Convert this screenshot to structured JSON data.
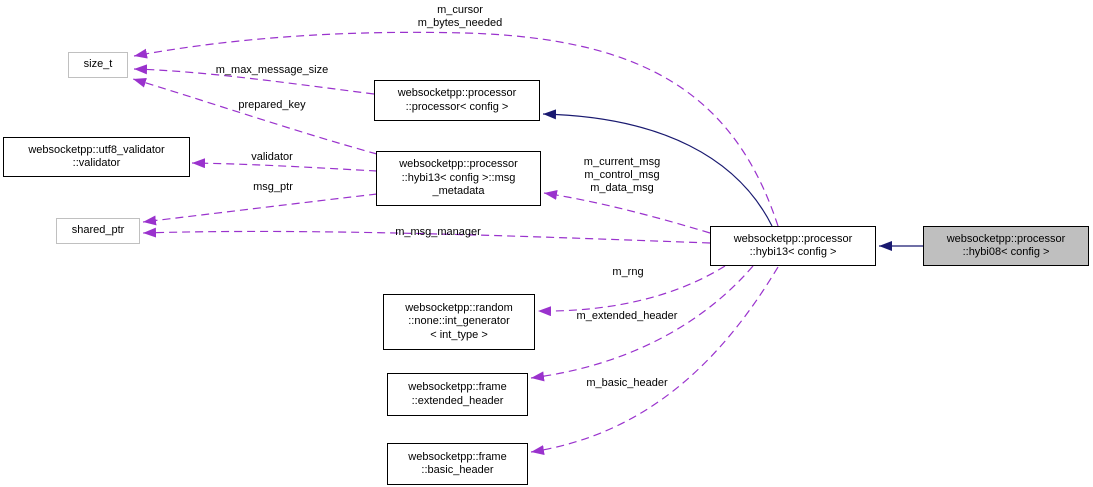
{
  "diagram": {
    "type": "doxygen-collaboration-diagram",
    "focus_class": "websocketpp::processor::hybi08< config >",
    "colors": {
      "usage_edge": "#9a32cd",
      "inheritance_edge": "#191970",
      "node_border": "#000000",
      "external_node_border": "#c0c0c0",
      "node_fill": "#ffffff",
      "focus_node_fill": "#bfbfbf",
      "text": "#000000"
    },
    "nodes": {
      "size_t": {
        "lines": [
          "size_t"
        ]
      },
      "utf8_validator": {
        "lines": [
          "websocketpp::utf8_validator",
          "::validator"
        ]
      },
      "shared_ptr": {
        "lines": [
          "shared_ptr"
        ]
      },
      "processor": {
        "lines": [
          "websocketpp::processor",
          "::processor< config >"
        ]
      },
      "msg_metadata": {
        "lines": [
          "websocketpp::processor",
          "::hybi13< config >::msg",
          "_metadata"
        ]
      },
      "int_generator": {
        "lines": [
          "websocketpp::random",
          "::none::int_generator",
          "< int_type >"
        ]
      },
      "extended_header": {
        "lines": [
          "websocketpp::frame",
          "::extended_header"
        ]
      },
      "basic_header": {
        "lines": [
          "websocketpp::frame",
          "::basic_header"
        ]
      },
      "hybi13": {
        "lines": [
          "websocketpp::processor",
          "::hybi13< config >"
        ]
      },
      "hybi08": {
        "lines": [
          "websocketpp::processor",
          "::hybi08< config >"
        ]
      }
    },
    "edge_labels": {
      "m_cursor_group": {
        "lines": [
          "m_cursor",
          "m_bytes_needed"
        ]
      },
      "m_max_message_size": "m_max_message_size",
      "prepared_key": "prepared_key",
      "validator": "validator",
      "msg_ptr": "msg_ptr",
      "m_msg_manager": "m_msg_manager",
      "m_msg_group": {
        "lines": [
          "m_current_msg",
          "m_control_msg",
          "m_data_msg"
        ]
      },
      "m_rng": "m_rng",
      "m_extended_header": "m_extended_header",
      "m_basic_header": "m_basic_header"
    }
  }
}
